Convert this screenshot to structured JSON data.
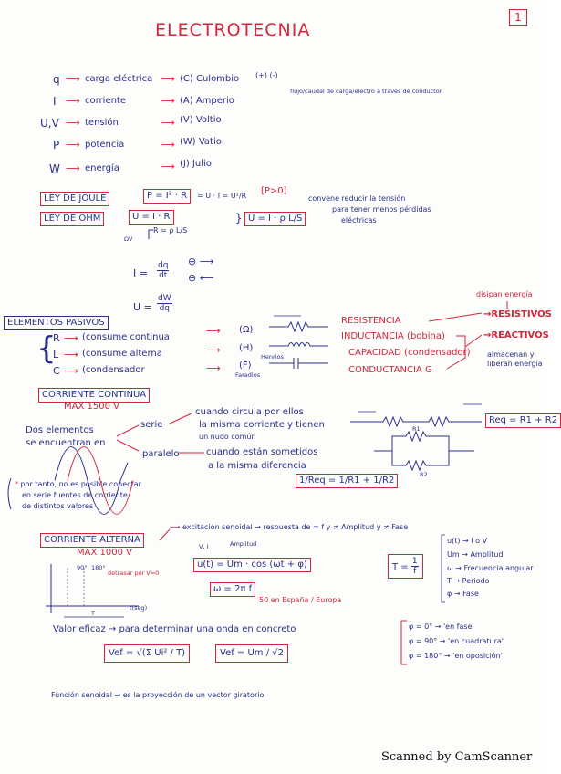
{
  "title": "ELECTROTECNIA",
  "page_number": "1",
  "units": [
    {
      "symbol": "q",
      "name": "carga eléctrica",
      "unit": "(C) Culombio",
      "note": "(+) (-)"
    },
    {
      "symbol": "I",
      "name": "corriente",
      "unit": "(A) Amperio",
      "note": "flujo/caudal de carga/electro a través de conductor"
    },
    {
      "symbol": "U,V",
      "name": "tensión",
      "unit": "(V) Voltio",
      "note": ""
    },
    {
      "symbol": "P",
      "name": "potencia",
      "unit": "(W) Vatio",
      "note": ""
    },
    {
      "symbol": "W",
      "name": "energía",
      "unit": "(J) Julio",
      "note": ""
    }
  ],
  "joule": {
    "label": "LEY DE JOULE",
    "formula": "P = I² · R",
    "alt": "= U · I = U²/R",
    "condition": "[P>0]",
    "note_line1": "convene reducir la tensión",
    "note_line2": "para tener menos pérdidas",
    "note_line3": "eléctricas"
  },
  "ohm": {
    "label": "LEY DE OHM",
    "formula": "U = I · R",
    "sub": "R = ρ L/S",
    "ov": "ΩV",
    "combined": "U = I · ρ L/S"
  },
  "current_def": {
    "lhs": "I =",
    "num": "dq",
    "den": "dt",
    "plus": "⊕",
    "minus": "⊖"
  },
  "voltage_def": {
    "lhs": "U =",
    "num": "dW",
    "den": "dq"
  },
  "passive": {
    "label": "ELEMENTOS PASIVOS",
    "rows": [
      {
        "sym": "R",
        "desc": "(consume continua",
        "unit": "(Ω)",
        "name": "RESISTENCIA",
        "below": ""
      },
      {
        "sym": "L",
        "desc": "(consume alterna",
        "unit": "(H)",
        "name": "INDUCTANCIA (bobina)",
        "below": "Henrios"
      },
      {
        "sym": "C",
        "desc": "(condensador",
        "unit": "(F)",
        "name": "CAPACIDAD (condensador)",
        "below": "Faradios"
      }
    ],
    "conductance": "CONDUCTANCIA G",
    "disipan": "disipan energía",
    "resistivos": "RESISTIVOS",
    "reactivos": "REACTIVOS",
    "almacenan": "almacenan y",
    "liberan": "liberan energía"
  },
  "dc": {
    "label": "CORRIENTE CONTINUA",
    "max": "MAX 1500 V",
    "intro1": "Dos elementos",
    "intro2": "se encuentran en",
    "serie": "serie",
    "serie_desc1": "cuando circula por ellos",
    "serie_desc2": "la misma corriente y tienen",
    "serie_desc3": "un nudo común",
    "paralelo": "paralelo",
    "paralelo_desc1": "cuando están sometidos",
    "paralelo_desc2": "a la misma diferencia",
    "req_series": "Req = R1 + R2",
    "req_par_lhs": "1/Req",
    "req_par_rhs": "= 1/R1 + 1/R2",
    "r1": "R1",
    "r2": "R2",
    "note1": "por tanto, no es posible conectar",
    "note2": "en serie fuentes de corriente",
    "note3": "de distintos valores"
  },
  "ac": {
    "label": "CORRIENTE ALTERNA",
    "max": "MAX 1000 V",
    "excitation": "excitación senoidal → respuesta de = f y ≠ Amplitud y ≠ Fase",
    "vi": "V, I",
    "amplitud": "Amplitud",
    "formula": "u(t) = Um · cos (ωt + φ)",
    "omega": "ω = 2π f",
    "spain": "50 en España / Europa",
    "periodo_lhs": "T =",
    "periodo_num": "1",
    "periodo_den": "f",
    "legend": [
      "u(t) → I o V",
      "Um → Amplitud",
      "ω → Frecuencia angular",
      "T → Periodo",
      "φ → Fase"
    ],
    "graph_label": "detrasar por V=0",
    "graph_t": "T",
    "graph_time": "t(seg)",
    "graph_90": "90°",
    "graph_180": "180°",
    "eficaz": "Valor eficaz → para determinar una onda en concreto",
    "vef1": "Vef = √(Σ Ui² / T)",
    "vef2": "Vef = Um / √2",
    "phases": [
      "φ = 0° → 'en fase'",
      "φ = 90° → 'en cuadratura'",
      "φ = 180° → 'en oposición'"
    ],
    "funcion": "Función senoidal → es la proyección de un vector giratorio"
  },
  "footer": "Scanned by CamScanner"
}
